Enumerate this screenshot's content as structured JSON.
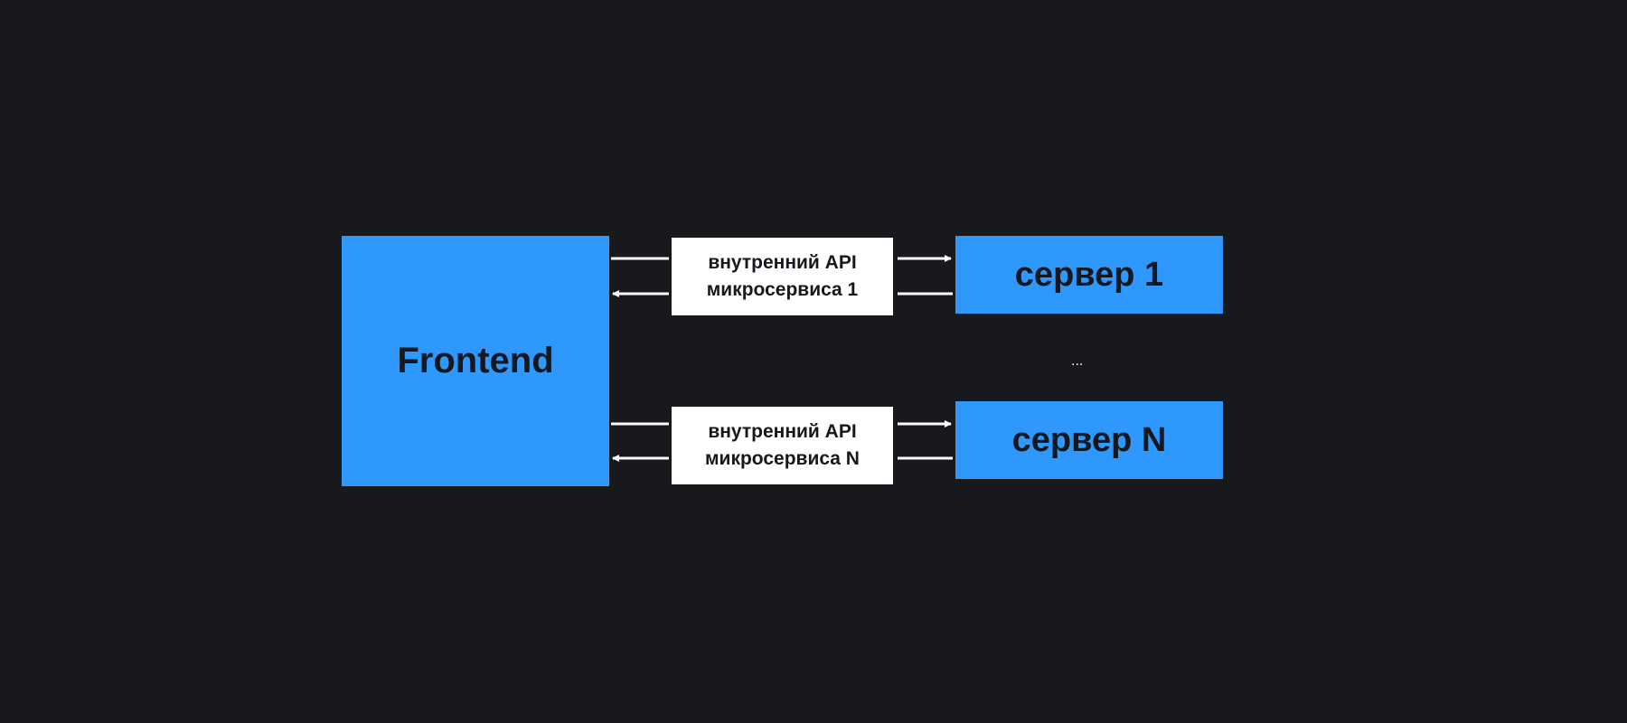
{
  "colors": {
    "background": "#18191d",
    "node_blue": "#2f98fd",
    "label_box": "#ffffff",
    "arrow": "#ffffff",
    "text_dark": "#16181d"
  },
  "nodes": {
    "frontend": {
      "label": "Frontend"
    },
    "server_1": {
      "label": "сервер 1"
    },
    "server_n": {
      "label": "сервер N"
    }
  },
  "api_labels": {
    "api_1": {
      "line1": "внутренний API",
      "line2": "микросервиса 1"
    },
    "api_n": {
      "line1": "внутренний API",
      "line2": "микросервиса N"
    }
  },
  "ellipsis": "..."
}
